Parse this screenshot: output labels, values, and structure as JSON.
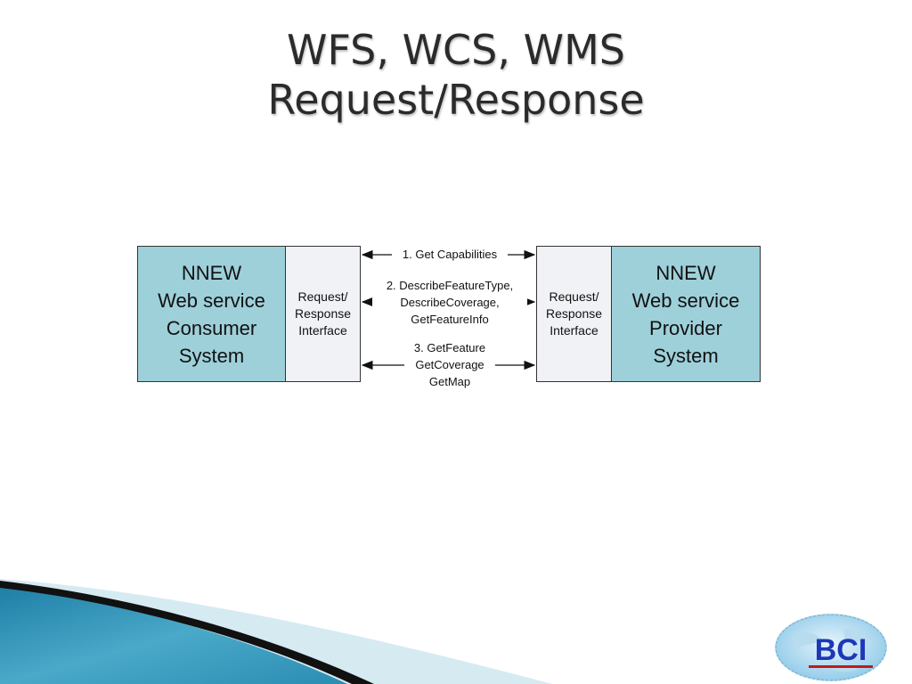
{
  "title": {
    "line1": "WFS, WCS, WMS",
    "line2": "Request/Response"
  },
  "diagram": {
    "consumer": {
      "lines": [
        "NNEW",
        "Web service",
        "Consumer",
        "System"
      ]
    },
    "consumer_interface": {
      "lines": [
        "Request/",
        "Response",
        "Interface"
      ]
    },
    "provider_interface": {
      "lines": [
        "Request/",
        "Response",
        "Interface"
      ]
    },
    "provider": {
      "lines": [
        "NNEW",
        "Web service",
        "Provider",
        "System"
      ]
    },
    "messages": [
      {
        "lines": [
          "1. Get Capabilities"
        ]
      },
      {
        "lines": [
          "2. DescribeFeatureType,",
          "DescribeCoverage,",
          "GetFeatureInfo"
        ]
      },
      {
        "lines": [
          "3. GetFeature",
          "GetCoverage",
          "GetMap"
        ]
      }
    ],
    "colors": {
      "system_fill": "#9ed0da",
      "interface_fill": "#f0f2f5",
      "border": "#333333"
    }
  },
  "logo": {
    "text": "BCI",
    "icon": "globe-icon",
    "color": "#1d37b8",
    "accent": "#c11a1a"
  },
  "decoration": {
    "colors": {
      "teal": "#2e8fb0",
      "light": "#cfe6ef",
      "dark": "#111111"
    }
  }
}
